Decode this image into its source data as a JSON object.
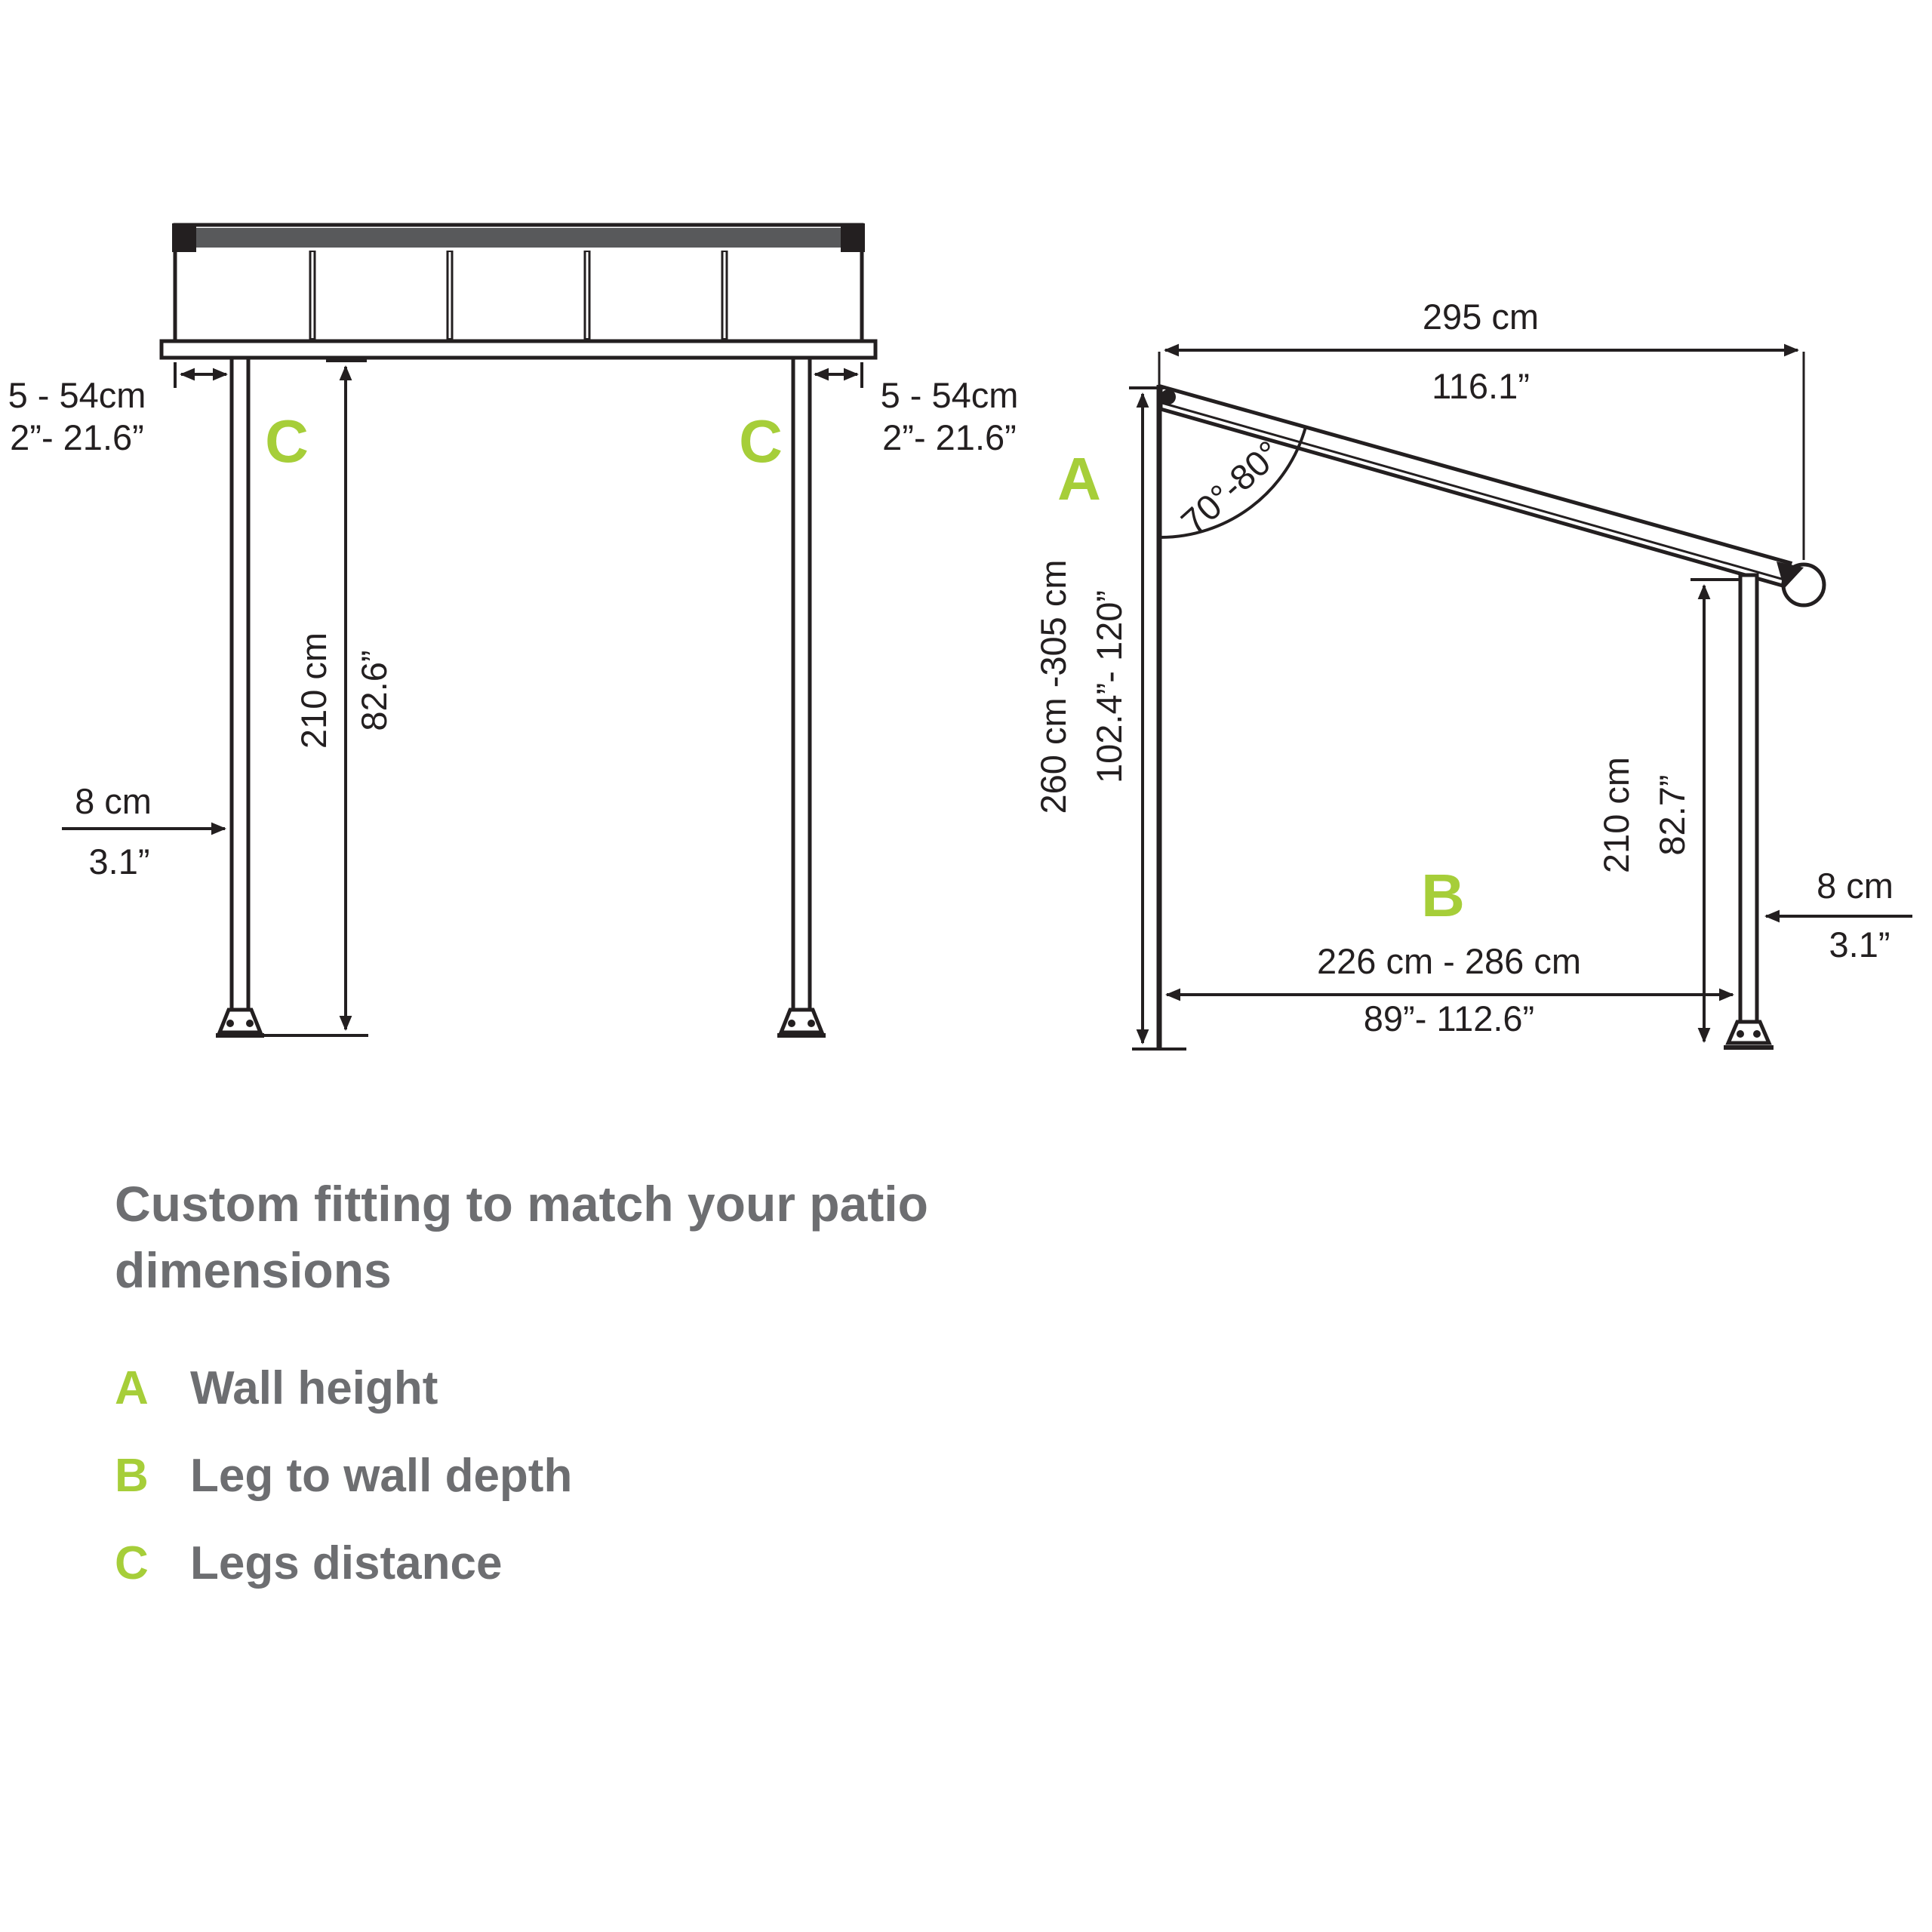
{
  "colors": {
    "green": "#a6ce39",
    "gray": "#6d6e71",
    "line": "#231f20"
  },
  "front_view": {
    "offset_left": {
      "cm": "5 - 54cm",
      "in": "2”- 21.6”"
    },
    "offset_right": {
      "cm": "5 - 54cm",
      "in": "2”- 21.6”"
    },
    "legs_label_left": "C",
    "legs_label_right": "C",
    "leg_height": {
      "cm": "210 cm",
      "in": "82.6”"
    },
    "leg_width": {
      "cm": "8 cm",
      "in": "3.1”"
    }
  },
  "side_view": {
    "roof_width": {
      "cm": "295 cm",
      "in": "116.1”"
    },
    "wall_height_label": "A",
    "wall_height": {
      "cm": "260 cm -305 cm",
      "in": "102.4”- 120”"
    },
    "roof_angle": "70°-80°",
    "leg_height": {
      "cm": "210 cm",
      "in": "82.7”"
    },
    "depth_label": "B",
    "depth": {
      "cm": "226 cm - 286 cm",
      "in": "89”- 112.6”"
    },
    "leg_width": {
      "cm": "8 cm",
      "in": "3.1”"
    }
  },
  "legend": {
    "title_line1": "Custom fitting to match your patio",
    "title_line2": "dimensions",
    "items": [
      {
        "key": "A",
        "label": "Wall height"
      },
      {
        "key": "B",
        "label": "Leg to wall depth"
      },
      {
        "key": "C",
        "label": "Legs distance"
      }
    ]
  }
}
